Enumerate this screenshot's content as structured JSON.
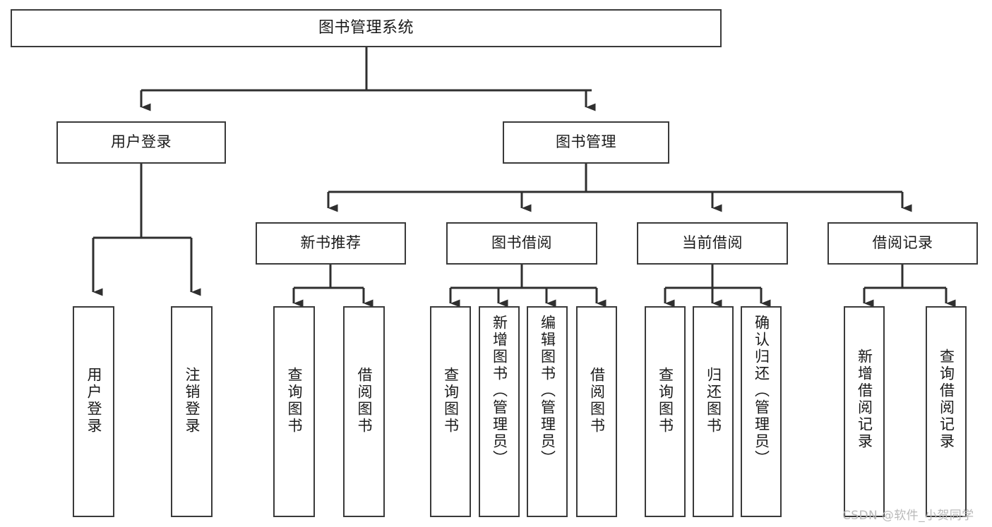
{
  "diagram": {
    "title": "图书管理系统",
    "type": "tree-hierarchy-chart",
    "orientation": "top-down",
    "watermark": "CSDN @软件_小贺同学",
    "colors": {
      "box_border": "#3a3a3a",
      "box_fill": "#ffffff",
      "connector": "#2f2f2f",
      "text": "#1a1a1a",
      "watermark": "#b9b9b9",
      "background": "#ffffff"
    },
    "nodes": {
      "root": {
        "label": "图书管理系统",
        "level": 0,
        "text_orientation": "horizontal"
      },
      "level1": [
        {
          "id": "user-login",
          "label": "用户登录",
          "text_orientation": "horizontal"
        },
        {
          "id": "book-management",
          "label": "图书管理",
          "text_orientation": "horizontal"
        }
      ],
      "level2": [
        {
          "id": "new-book-recommend",
          "label": "新书推荐",
          "parent": "book-management",
          "text_orientation": "horizontal"
        },
        {
          "id": "book-borrow",
          "label": "图书借阅",
          "parent": "book-management",
          "text_orientation": "horizontal"
        },
        {
          "id": "current-borrow",
          "label": "当前借阅",
          "parent": "book-management",
          "text_orientation": "horizontal"
        },
        {
          "id": "borrow-record",
          "label": "借阅记录",
          "parent": "book-management",
          "text_orientation": "horizontal"
        }
      ],
      "leaves": [
        {
          "id": "leaf-user-login",
          "label": "用户登录",
          "parent": "user-login",
          "text_orientation": "vertical"
        },
        {
          "id": "leaf-user-logout",
          "label": "注销登录",
          "parent": "user-login",
          "text_orientation": "vertical"
        },
        {
          "id": "leaf-query-book-rec",
          "label": "查询图书",
          "parent": "new-book-recommend",
          "text_orientation": "vertical"
        },
        {
          "id": "leaf-borrow-book-rec",
          "label": "借阅图书",
          "parent": "new-book-recommend",
          "text_orientation": "vertical"
        },
        {
          "id": "leaf-query-book-borrow",
          "label": "查询图书",
          "parent": "book-borrow",
          "text_orientation": "vertical"
        },
        {
          "id": "leaf-add-book",
          "label": "新增图书（管理员）",
          "parent": "book-borrow",
          "text_orientation": "vertical"
        },
        {
          "id": "leaf-edit-book",
          "label": "编辑图书（管理员）",
          "parent": "book-borrow",
          "text_orientation": "vertical"
        },
        {
          "id": "leaf-borrow-book",
          "label": "借阅图书",
          "parent": "book-borrow",
          "text_orientation": "vertical"
        },
        {
          "id": "leaf-query-book-cur",
          "label": "查询图书",
          "parent": "current-borrow",
          "text_orientation": "vertical"
        },
        {
          "id": "leaf-return-book",
          "label": "归还图书",
          "parent": "current-borrow",
          "text_orientation": "vertical"
        },
        {
          "id": "leaf-confirm-return",
          "label": "确认归还（管理员）",
          "parent": "current-borrow",
          "text_orientation": "vertical"
        },
        {
          "id": "leaf-add-record",
          "label": "新增借阅记录",
          "parent": "borrow-record",
          "text_orientation": "vertical"
        },
        {
          "id": "leaf-query-record",
          "label": "查询借阅记录",
          "parent": "borrow-record",
          "text_orientation": "vertical"
        }
      ]
    }
  }
}
